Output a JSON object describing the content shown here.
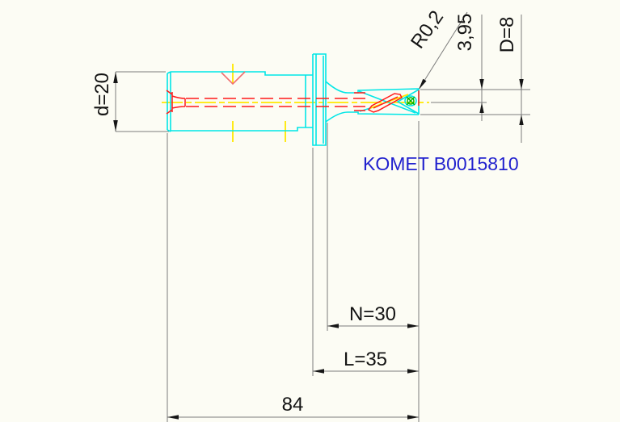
{
  "drawing": {
    "brand_label": "KOMET B0015810",
    "dimensions": {
      "shank_diameter": "d=20",
      "corner_radius": "R0,2",
      "tip_to_center": "3,95",
      "head_diameter": "D=8",
      "neck_length": "N=30",
      "flute_length": "L=35",
      "overall_length": "84"
    },
    "colors": {
      "geometry": "#00e6e6",
      "hidden_detail": "#ff1a1a",
      "centerline": "#ffe800",
      "screw": "#00b400",
      "dimension_lines": "#7d7d7d",
      "dimension_text": "#141414",
      "brand_text": "#2121ce",
      "background": "#fcfcf4"
    }
  }
}
